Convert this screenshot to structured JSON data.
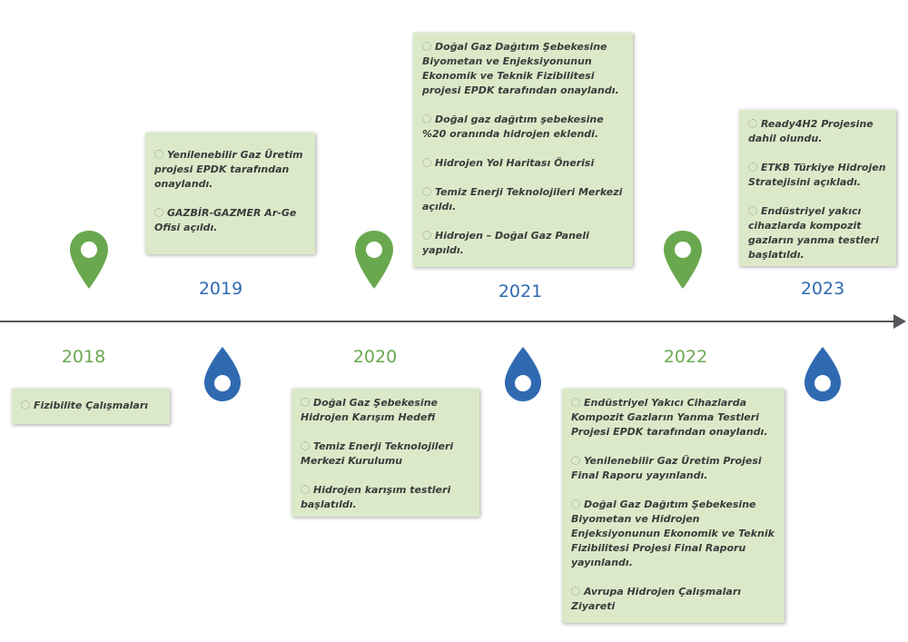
{
  "colors": {
    "pin_green": "#6aa84f",
    "drop_blue": "#2f6ab1",
    "box_bg": "#dbe9c9",
    "axis": "#55595c"
  },
  "years": {
    "y2018": "2018",
    "y2019": "2019",
    "y2020": "2020",
    "y2021": "2021",
    "y2022": "2022",
    "y2023": "2023"
  },
  "boxes": {
    "b2018": [
      "Fizibilite Çalışmaları"
    ],
    "b2019": [
      "Yenilenebilir Gaz Üretim projesi EPDK tarafından onaylandı.",
      "GAZBİR-GAZMER Ar-Ge Ofisi açıldı."
    ],
    "b2020": [
      "Doğal Gaz Şebekesine Hidrojen Karışım Hedefi",
      "Temiz Enerji Teknolojileri Merkezi Kurulumu",
      "Hidrojen karışım testleri başlatıldı."
    ],
    "b2021": [
      "Doğal Gaz  Dağıtım Şebekesine Biyometan ve  Enjeksiyonunun Ekonomik ve Teknik Fizibilitesi projesi EPDK tarafından onaylandı.",
      "Doğal gaz dağıtım şebekesine %20 oranında hidrojen eklendi.",
      "Hidrojen Yol Haritası Önerisi",
      "Temiz Enerji Teknolojileri Merkezi açıldı.",
      "Hidrojen – Doğal Gaz Paneli yapıldı."
    ],
    "b2022": [
      "Endüstriyel Yakıcı Cihazlarda Kompozit Gazların Yanma Testleri Projesi EPDK tarafından onaylandı.",
      "Yenilenebilir Gaz Üretim Projesi Final Raporu yayınlandı.",
      "Doğal Gaz  Dağıtım Şebekesine Biyometan ve Hidrojen Enjeksiyonunun Ekonomik ve Teknik Fizibilitesi Projesi Final Raporu yayınlandı.",
      "Avrupa Hidrojen Çalışmaları Ziyareti"
    ],
    "b2023": [
      "Ready4H2 Projesine dahil olundu.",
      "ETKB Türkiye Hidrojen Stratejisini açıkladı.",
      "Endüstriyel yakıcı cihazlarda kompozit gazların yanma testleri başlatıldı."
    ]
  }
}
